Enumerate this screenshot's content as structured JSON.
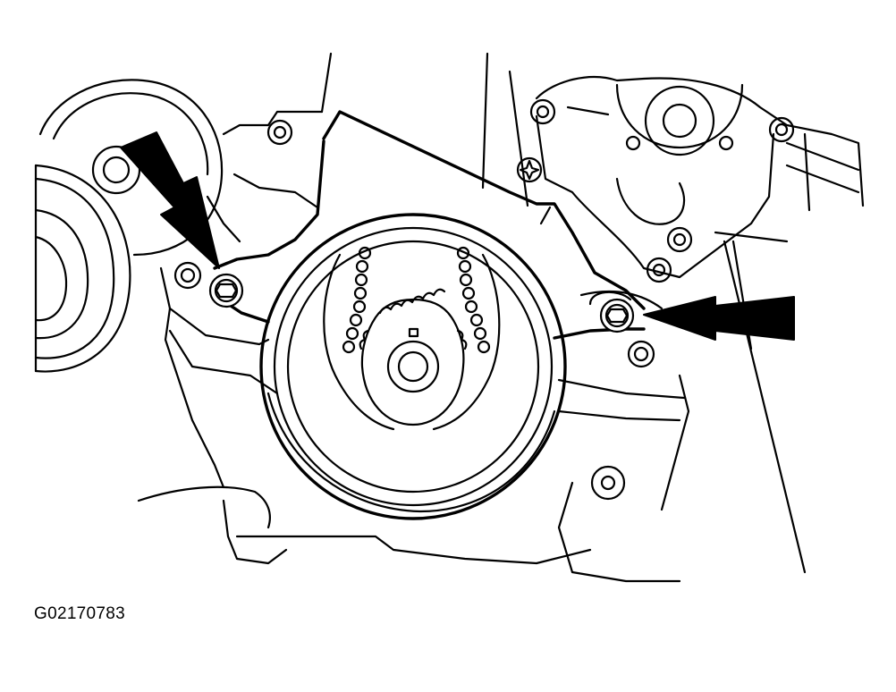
{
  "figure": {
    "code": "G02170783",
    "subject": "timing-belt-cover-and-crankshaft-pulley",
    "callout_arrow_count": 2
  },
  "colors": {
    "ink": "#000000",
    "paper": "#ffffff"
  }
}
